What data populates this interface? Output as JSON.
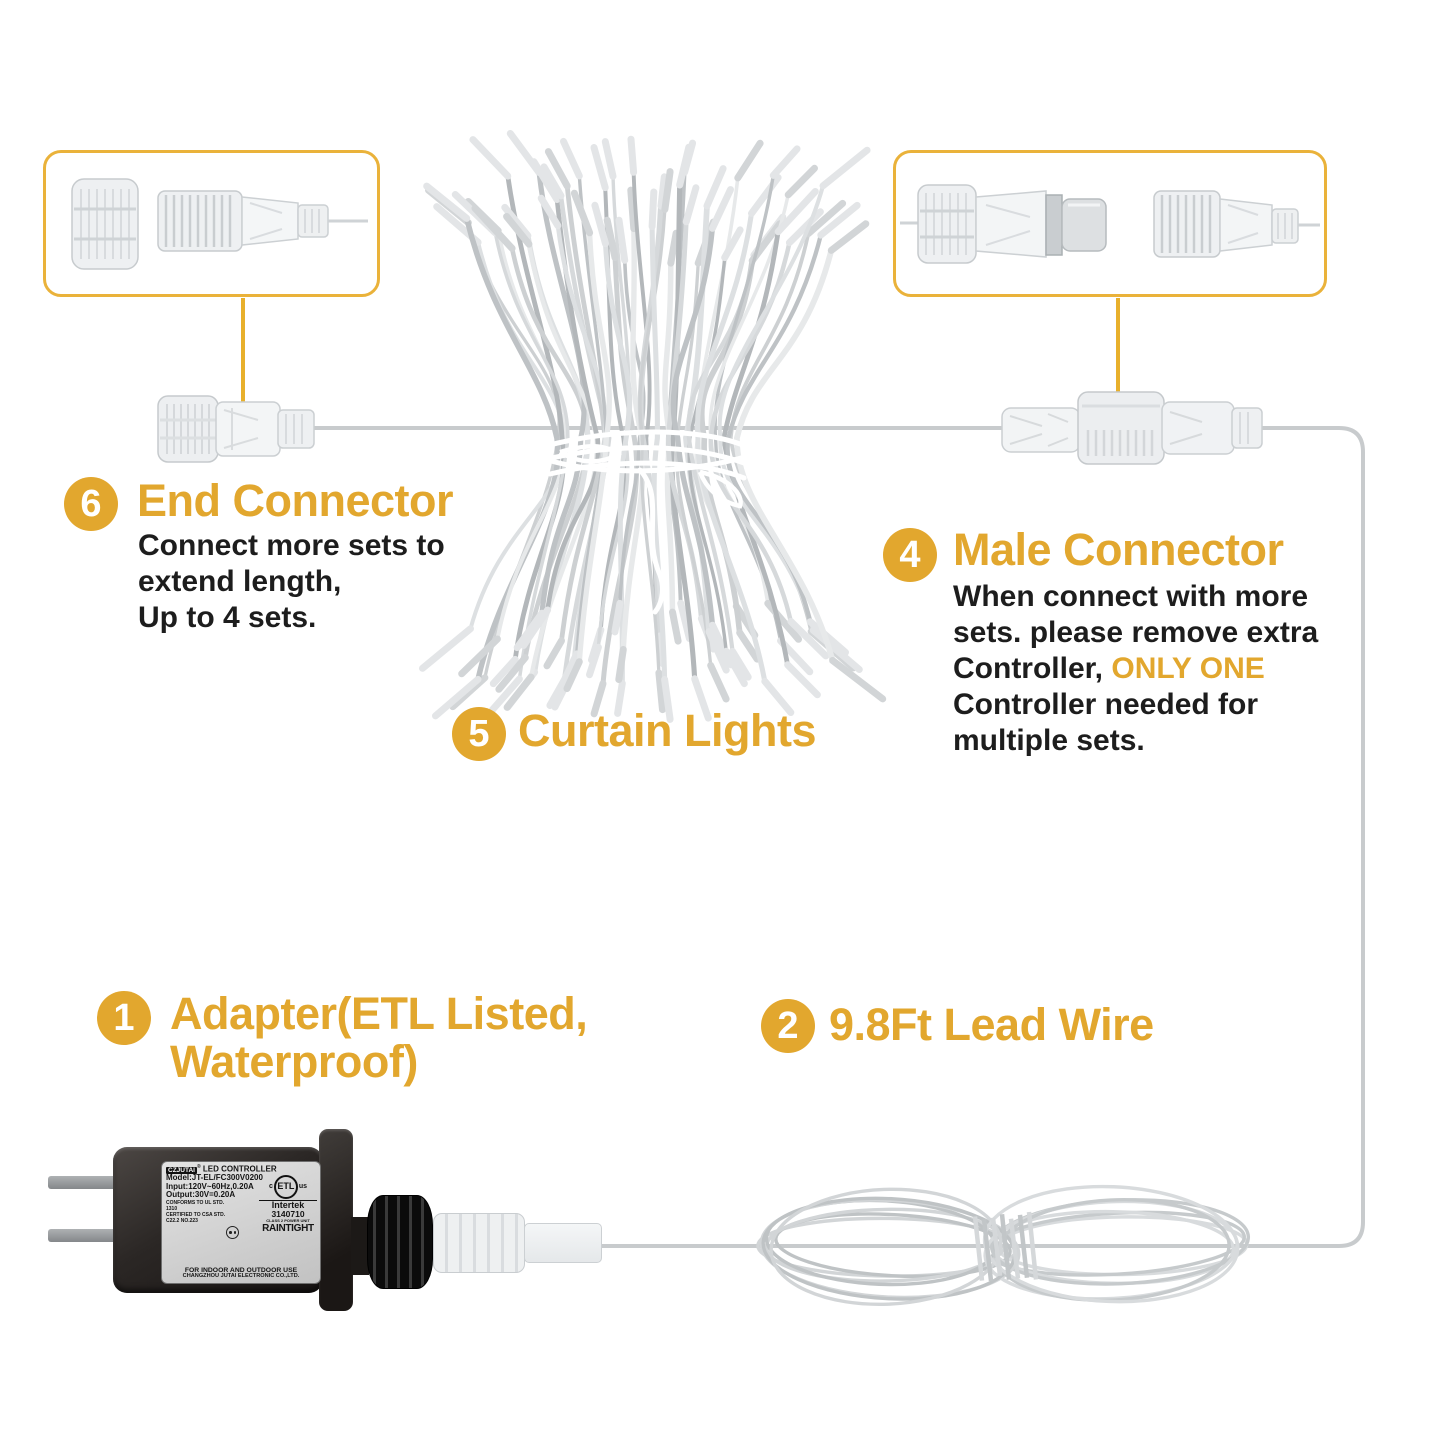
{
  "colors": {
    "accent": "#E2A72E",
    "callout_line": "#E8B02C",
    "box_border": "#EAB23A",
    "body_text": "#1d1d1d",
    "wire": "#c8cbcd"
  },
  "annotations": {
    "end_connector": {
      "number": "6",
      "title": "End Connector",
      "line1": "Connect more sets to",
      "line2": "extend length,",
      "line3": "Up to 4 sets."
    },
    "male_connector": {
      "number": "4",
      "title": "Male Connector",
      "line1": "When connect with more",
      "line2": "sets. please remove extra",
      "line3_pre": "Controller, ",
      "line3_highlight": "ONLY ONE",
      "line4": "Controller needed for",
      "line5": "multiple sets."
    },
    "curtain_lights": {
      "number": "5",
      "title": "Curtain Lights"
    },
    "adapter": {
      "number": "1",
      "title_line1": "Adapter(ETL Listed,",
      "title_line2": "Waterproof)"
    },
    "lead_wire": {
      "number": "2",
      "title": "9.8Ft Lead Wire"
    }
  },
  "adapter_label": {
    "brand": "CZJUTAI",
    "reg_mark": "®",
    "product": "LED CONTROLLER",
    "model": "Model:JT-EL/FC300V0200",
    "input": "Input:120V~60Hz,0.20A",
    "output": "Output:30V=0.20A",
    "conforms_1": "CONFORMS TO UL STD.",
    "conforms_2": "1310",
    "certified_1": "CERTIFIED TO CSA STD.",
    "certified_2": "C22.2 NO.223",
    "etl_c": "c",
    "etl": "ETL",
    "etl_us": "us",
    "intertek": "Intertek",
    "cert_number": "3140710",
    "class_text": "CLASS 2 POWER UNIT",
    "raintight": "RAINTIGHT",
    "usage": "FOR INDOOR AND OUTDOOR USE",
    "company": "CHANGZHOU JUTAI ELECTRONIC CO.,LTD."
  }
}
